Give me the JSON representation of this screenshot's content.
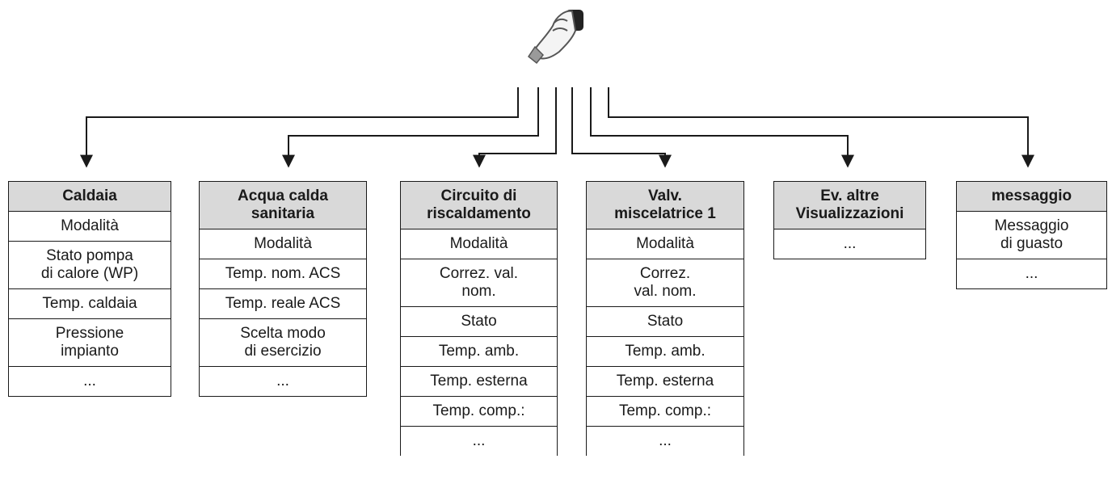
{
  "menus": [
    {
      "title": "Caldaia",
      "items": [
        "Modalità",
        "Stato pompa\ndi calore (WP)",
        "Temp. caldaia",
        "Pressione\nimpianto",
        "..."
      ]
    },
    {
      "title": "Acqua calda\nsanitaria",
      "items": [
        "Modalità",
        "Temp. nom. ACS",
        "Temp. reale ACS",
        "Scelta modo\ndi esercizio",
        "..."
      ]
    },
    {
      "title": "Circuito di\nriscaldamento",
      "items": [
        "Modalità",
        "Correz. val.\nnom.",
        "Stato",
        "Temp. amb.",
        "Temp. esterna",
        "Temp. comp.:",
        "..."
      ]
    },
    {
      "title": "Valv.\nmiscelatrice 1",
      "items": [
        "Modalità",
        "Correz.\nval. nom.",
        "Stato",
        "Temp. amb.",
        "Temp. esterna",
        "Temp. comp.:",
        "..."
      ]
    },
    {
      "title": "Ev. altre\nVisualizzazioni",
      "items": [
        "..."
      ]
    },
    {
      "title": "messaggio",
      "items": [
        "Messaggio\ndi guasto",
        "..."
      ]
    }
  ],
  "icon": "hand-turning-knob-icon"
}
